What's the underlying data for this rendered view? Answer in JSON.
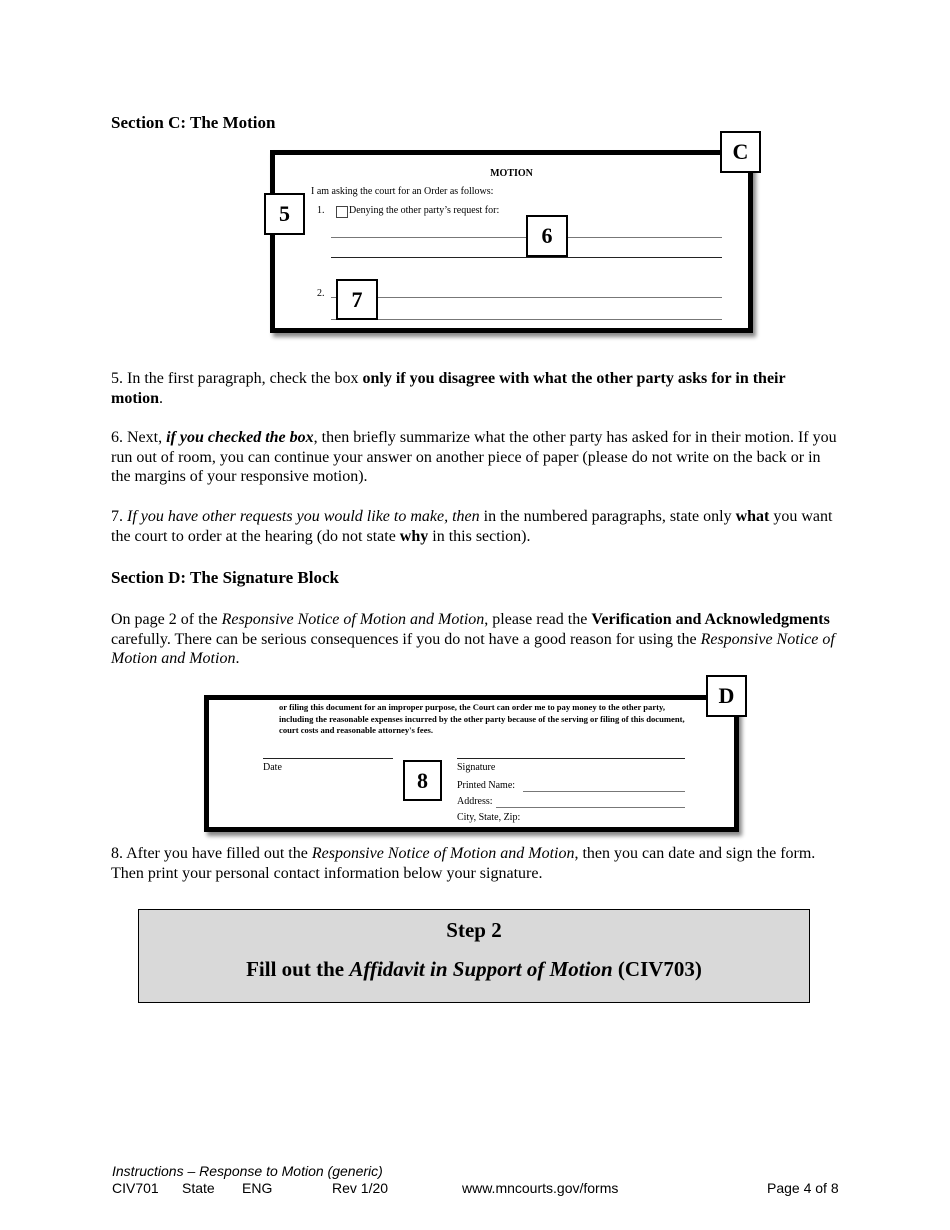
{
  "sectionC": {
    "heading": "Section C: The Motion",
    "figure": {
      "label": "C",
      "title": "MOTION",
      "intro": "I am asking the court for an Order as follows:",
      "item1_num": "1.",
      "item1_text": "Denying the other party’s request for:",
      "item2_num": "2.",
      "callouts": [
        "5",
        "6",
        "7"
      ]
    }
  },
  "para5": {
    "a": "5.  In the first paragraph, check the box ",
    "b": "only if you disagree with what the other party asks for in their motion",
    "c": "."
  },
  "para6": {
    "a": "6.  Next, ",
    "b": "if you checked the box",
    "c": ", then briefly summarize what the other party has asked for in their motion.  If you run out of room, you can continue your answer on another piece of paper (please do not write on the back or in the margins of your responsive motion)."
  },
  "para7": {
    "a": "7.  ",
    "b": "If you have other requests you would like to make, then",
    "c": " in the numbered paragraphs, state only ",
    "d": "what",
    "e": " you want the court to order at the hearing (do not state ",
    "f": "why",
    "g": " in this section)."
  },
  "sectionD": {
    "heading": "Section D: The Signature Block",
    "intro": {
      "a": "On page 2 of the ",
      "b": "Responsive Notice of Motion and Motion",
      "c": ", please read the ",
      "d": "Verification and Acknowledgments",
      "e": " carefully.  There can be serious consequences if you do not have a good reason for using the ",
      "f": "Responsive Notice of Motion and Motion",
      "g": "."
    },
    "figure": {
      "label": "D",
      "text": "or filing this document for an improper purpose, the Court can order me to pay money to the other party, including the reasonable expenses incurred by the other party because of the serving or filing of this document, court costs and reasonable attorney's fees.",
      "date": "Date",
      "signature": "Signature",
      "printed_name": "Printed Name:",
      "address": "Address:",
      "city": "City, State, Zip:",
      "callout": "8"
    }
  },
  "para8": {
    "a": "8. After you have filled out the ",
    "b": "Responsive Notice of Motion and Motion",
    "c": ", then you can date and sign the form.  Then print your personal contact information below your signature."
  },
  "step2": {
    "title": "Step 2",
    "a": "Fill out the ",
    "b": "Affidavit in Support of Motion",
    "c": " (CIV703)"
  },
  "footer": {
    "title": "Instructions – Response to Motion (generic)",
    "code": "CIV701",
    "state": "State",
    "lang": "ENG",
    "rev": "Rev 1/20",
    "url": "www.mncourts.gov/forms",
    "page": "Page 4 of 8"
  }
}
